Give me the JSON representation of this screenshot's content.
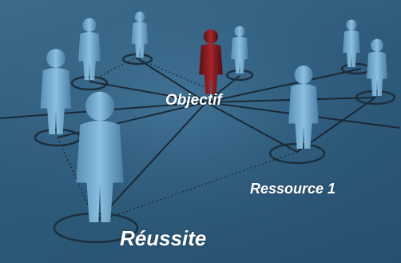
{
  "labels": {
    "objectif": "Objectif",
    "ressource": "Ressource 1",
    "reussite": "Réussite"
  },
  "colors": {
    "background": "#2f5c7c",
    "figure": "#6fa3c8",
    "figure_highlight": "#8e1a1a",
    "ring": "#1d2f3e",
    "line": "#18232d",
    "text": "#ffffff"
  }
}
